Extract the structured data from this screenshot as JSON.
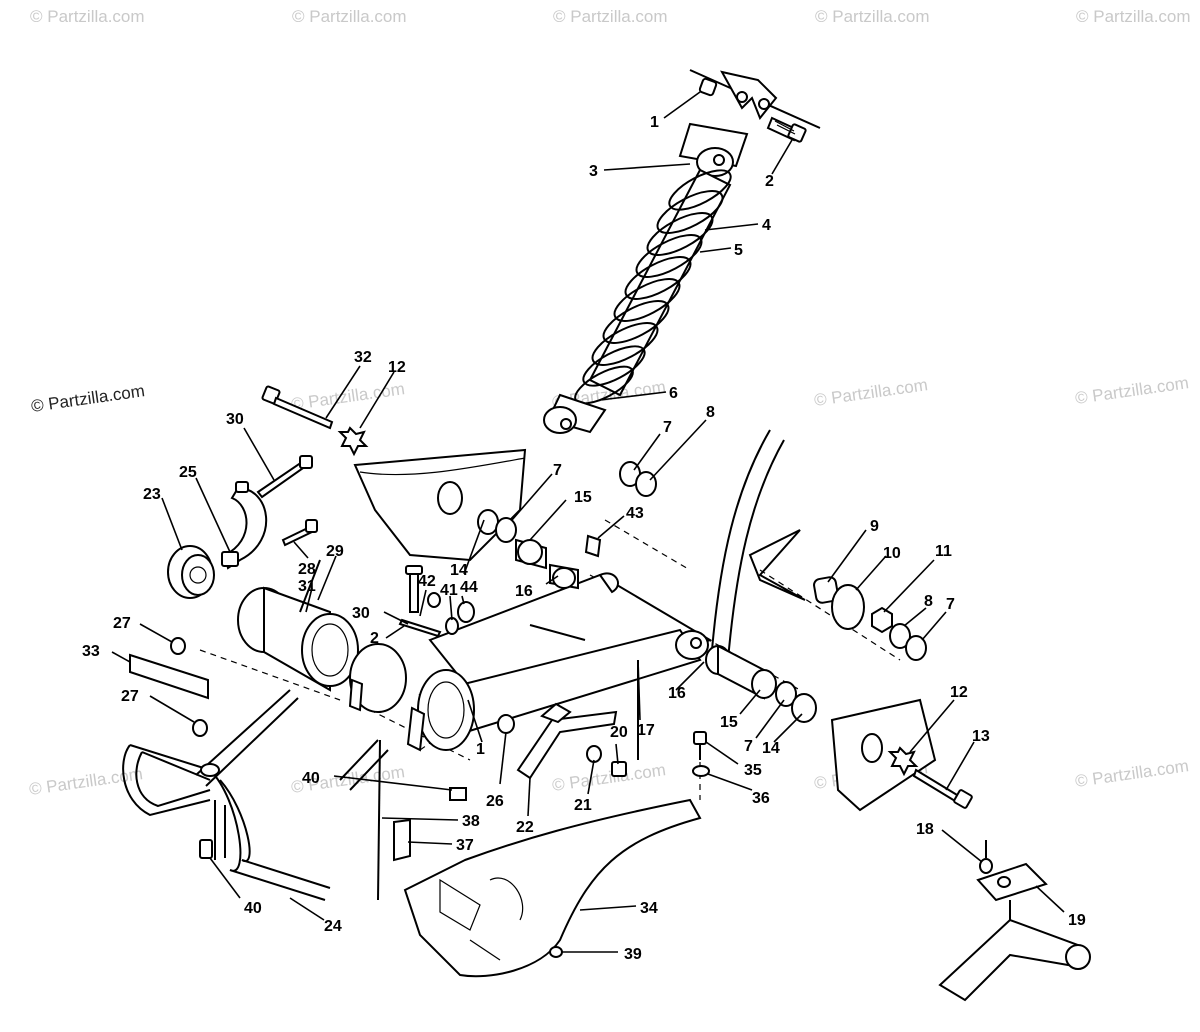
{
  "watermark": "© Partzilla.com",
  "watermark_copyright": "© Partzilla.com",
  "callouts": [
    {
      "id": "c1a",
      "label": "1"
    },
    {
      "id": "c2a",
      "label": "2"
    },
    {
      "id": "c3",
      "label": "3"
    },
    {
      "id": "c4",
      "label": "4"
    },
    {
      "id": "c5",
      "label": "5"
    },
    {
      "id": "c6",
      "label": "6"
    },
    {
      "id": "c7a",
      "label": "7"
    },
    {
      "id": "c8a",
      "label": "8"
    },
    {
      "id": "c7b",
      "label": "7"
    },
    {
      "id": "c15a",
      "label": "15"
    },
    {
      "id": "c43",
      "label": "43"
    },
    {
      "id": "c9",
      "label": "9"
    },
    {
      "id": "c10",
      "label": "10"
    },
    {
      "id": "c11",
      "label": "11"
    },
    {
      "id": "c8b",
      "label": "8"
    },
    {
      "id": "c7c",
      "label": "7"
    },
    {
      "id": "c32",
      "label": "32"
    },
    {
      "id": "c12a",
      "label": "12"
    },
    {
      "id": "c30a",
      "label": "30"
    },
    {
      "id": "c25",
      "label": "25"
    },
    {
      "id": "c23",
      "label": "23"
    },
    {
      "id": "c28",
      "label": "28"
    },
    {
      "id": "c29",
      "label": "29"
    },
    {
      "id": "c31",
      "label": "31"
    },
    {
      "id": "c14a",
      "label": "14"
    },
    {
      "id": "c16a",
      "label": "16"
    },
    {
      "id": "c42",
      "label": "42"
    },
    {
      "id": "c41",
      "label": "41"
    },
    {
      "id": "c44",
      "label": "44"
    },
    {
      "id": "c30b",
      "label": "30"
    },
    {
      "id": "c2b",
      "label": "2"
    },
    {
      "id": "c27a",
      "label": "27"
    },
    {
      "id": "c33",
      "label": "33"
    },
    {
      "id": "c27b",
      "label": "27"
    },
    {
      "id": "c16b",
      "label": "16"
    },
    {
      "id": "c17",
      "label": "17"
    },
    {
      "id": "c15b",
      "label": "15"
    },
    {
      "id": "c7d",
      "label": "7"
    },
    {
      "id": "c14b",
      "label": "14"
    },
    {
      "id": "c12b",
      "label": "12"
    },
    {
      "id": "c13",
      "label": "13"
    },
    {
      "id": "c20",
      "label": "20"
    },
    {
      "id": "c1b",
      "label": "1"
    },
    {
      "id": "c26",
      "label": "26"
    },
    {
      "id": "c21",
      "label": "21"
    },
    {
      "id": "c22",
      "label": "22"
    },
    {
      "id": "c35",
      "label": "35"
    },
    {
      "id": "c36",
      "label": "36"
    },
    {
      "id": "c40a",
      "label": "40"
    },
    {
      "id": "c38",
      "label": "38"
    },
    {
      "id": "c37",
      "label": "37"
    },
    {
      "id": "c40b",
      "label": "40"
    },
    {
      "id": "c24",
      "label": "24"
    },
    {
      "id": "c34",
      "label": "34"
    },
    {
      "id": "c39",
      "label": "39"
    },
    {
      "id": "c18",
      "label": "18"
    },
    {
      "id": "c19",
      "label": "19"
    }
  ]
}
